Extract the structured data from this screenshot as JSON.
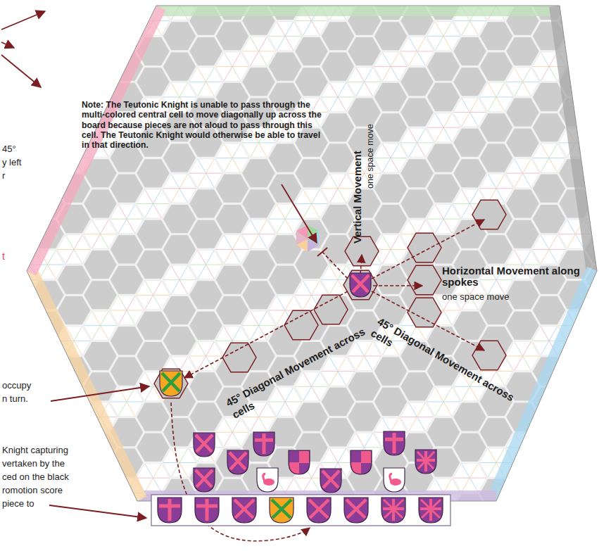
{
  "diagram": {
    "labels": [
      "45°",
      "y left",
      "r",
      "Note: The Teutonic Knight is unable to pass through the multi-colored central cell to move diagonally up across the board because pieces are not aloud to pass through this cell. The Teutonic Knight would otherwise be able to travel in that direction.",
      "Vertical Movement",
      "one space move",
      "t",
      "Horizontal Movement along spokes",
      "one space move",
      "45° Diagonal Movement across cells",
      "45° Diagonal Movement across cells",
      "occupy",
      "n turn.",
      "Knight capturing",
      "vertaken by the",
      "ced on the black",
      "romotion score",
      "piece to"
    ]
  }
}
